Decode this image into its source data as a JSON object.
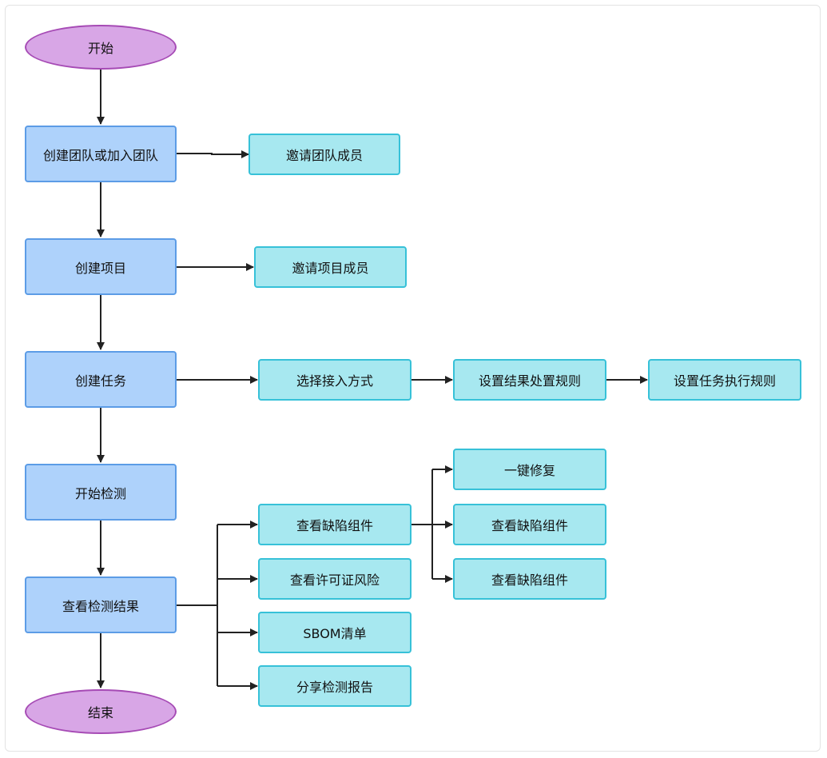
{
  "start": "开始",
  "end": "结束",
  "main_steps": [
    "创建团队或加入团队",
    "创建项目",
    "创建任务",
    "开始检测",
    "查看检测结果"
  ],
  "invite_team_members": "邀请团队成员",
  "invite_project_members": "邀请项目成员",
  "task_flow": [
    "选择接入方式",
    "设置结果处置规则",
    "设置任务执行规则"
  ],
  "result_actions": [
    "查看缺陷组件",
    "查看许可证风险",
    "SBOM清单",
    "分享检测报告"
  ],
  "defect_actions": [
    "一键修复",
    "查看缺陷组件",
    "查看缺陷组件"
  ],
  "colors": {
    "terminal_fill": "#d8a6e6",
    "terminal_stroke": "#a64bb5",
    "process_fill": "#aed2fb",
    "process_stroke": "#5c9ce6",
    "sub_fill": "#a7e8f0",
    "sub_stroke": "#37c1d8",
    "arrow": "#222222"
  }
}
